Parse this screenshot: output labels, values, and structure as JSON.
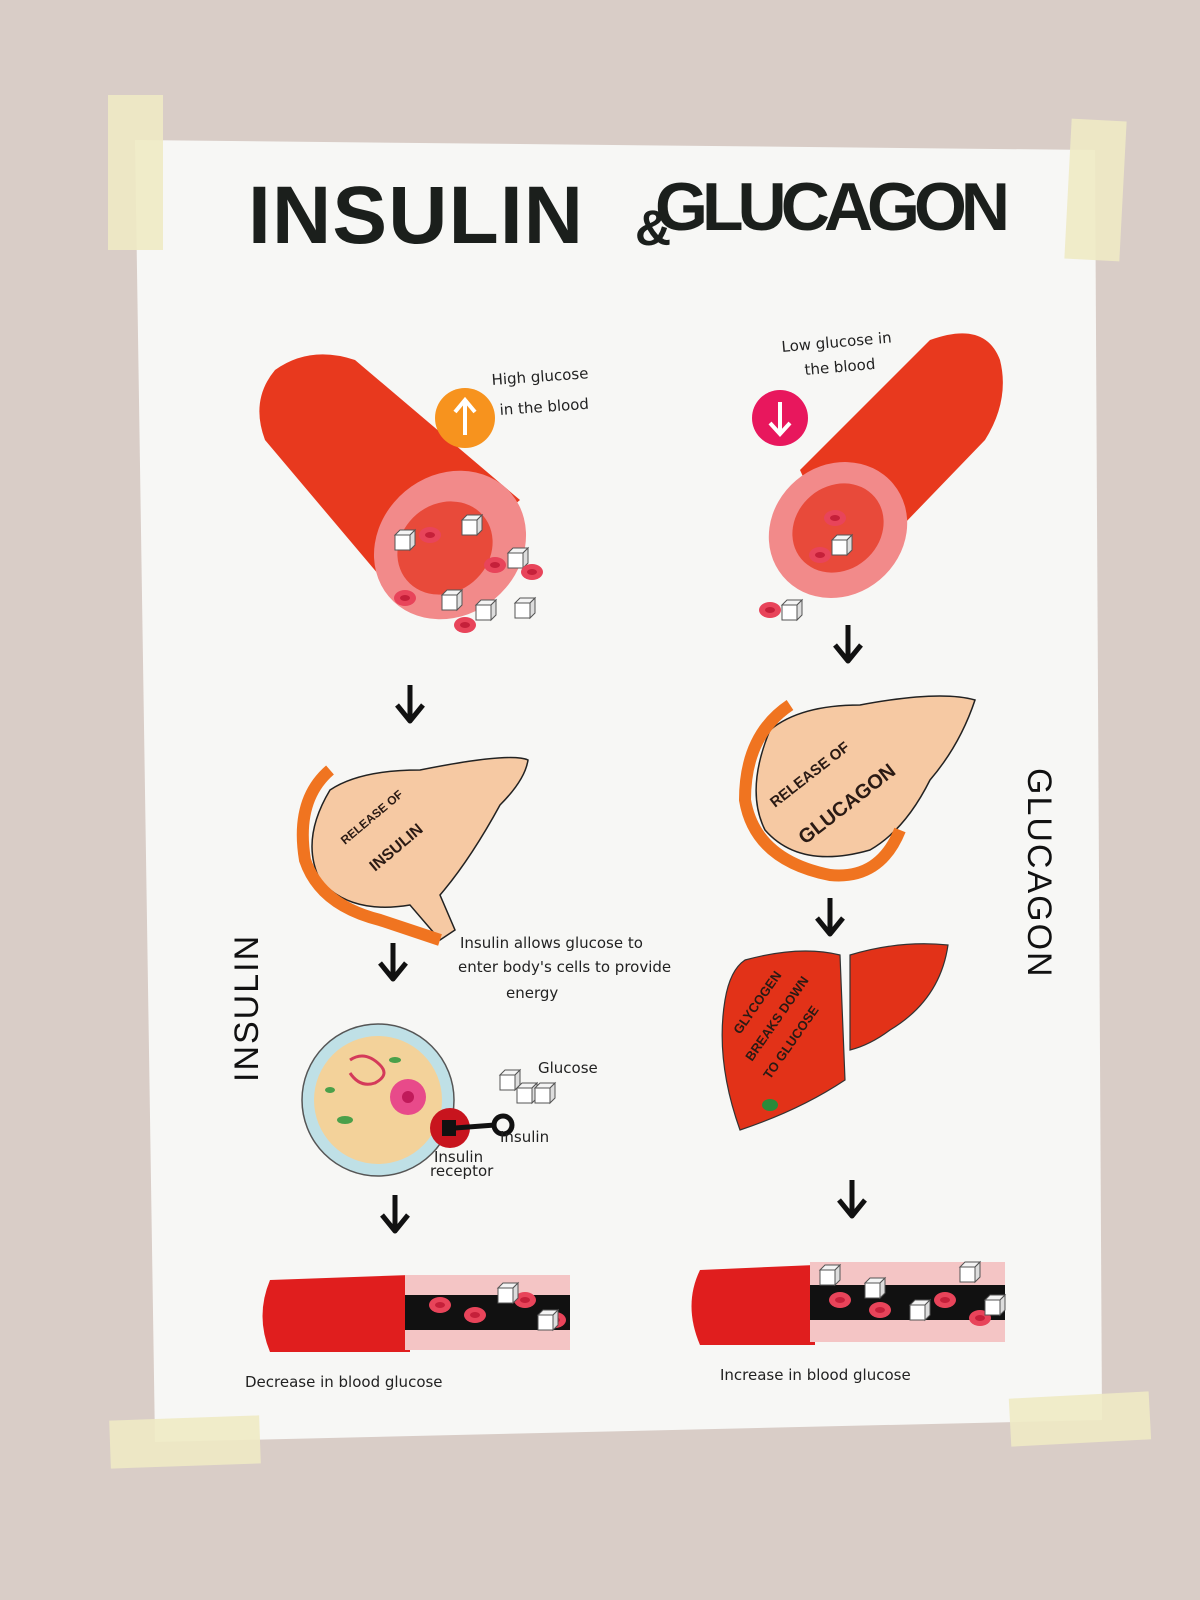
{
  "title": {
    "left": "INSULIN",
    "ampersand": "&",
    "right": "GLUCAGON"
  },
  "side_labels": {
    "left": "INSULIN",
    "right": "GLUCAGON"
  },
  "insulin_path": {
    "condition_line1": "High glucose",
    "condition_line2": "in the blood",
    "pancreas_line1": "RELEASE OF",
    "pancreas_line2": "INSULIN",
    "explanation_line1": "Insulin allows glucose to",
    "explanation_line2": "enter body's cells to provide",
    "explanation_line3": "energy",
    "cell_labels": {
      "glucose": "Glucose",
      "insulin": "Insulin",
      "receptor_line1": "Insulin",
      "receptor_line2": "receptor"
    },
    "result": "Decrease in blood glucose"
  },
  "glucagon_path": {
    "condition_line1": "Low glucose in",
    "condition_line2": "the blood",
    "pancreas_line1": "RELEASE OF",
    "pancreas_line2": "GLUCAGON",
    "liver_line1": "GLYCOGEN",
    "liver_line2": "BREAKS DOWN",
    "liver_line3": "TO GLUCOSE",
    "result": "Increase in blood glucose"
  },
  "colors": {
    "vessel": "#e8391e",
    "up_badge": "#f7931e",
    "down_badge": "#e8175d",
    "pancreas": "#f6c9a3",
    "pancreas_edge": "#f07420",
    "liver": "#e23218"
  }
}
